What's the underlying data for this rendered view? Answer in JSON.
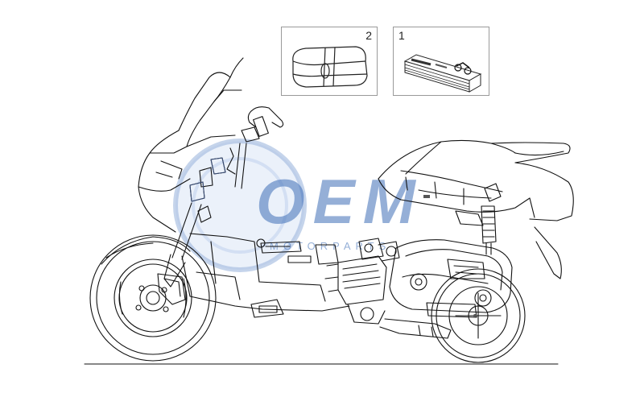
{
  "parts": [
    {
      "number": "2",
      "name": "decal-kit"
    },
    {
      "number": "1",
      "name": "owner-manual"
    }
  ],
  "watermark": {
    "logo_text": "OEM",
    "sub_text": "MOTORPARTS",
    "color": "#3f6fb8"
  },
  "icons": [
    "sticker-roll-icon",
    "manual-book-icon",
    "scooter-exploded-drawing"
  ]
}
